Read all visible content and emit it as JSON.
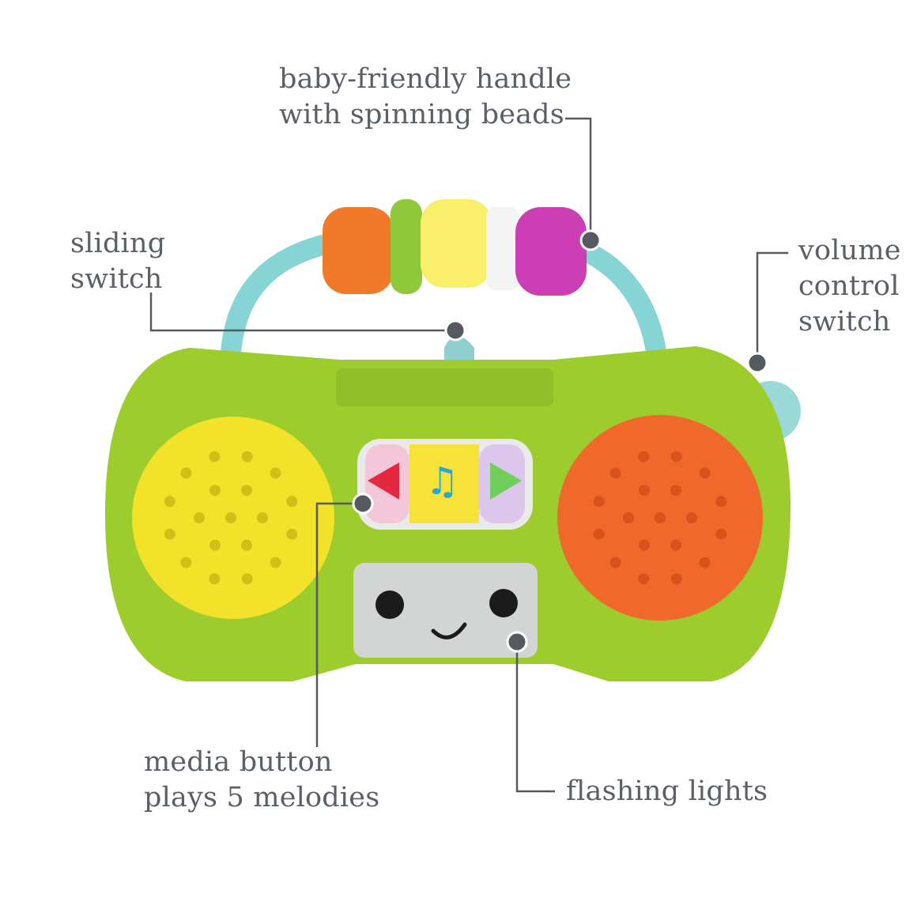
{
  "callouts": {
    "handle": {
      "lines": [
        "baby-friendly handle",
        "with spinning beads"
      ]
    },
    "sliding_switch": {
      "lines": [
        "sliding",
        "switch"
      ]
    },
    "volume": {
      "lines": [
        "volume",
        "control",
        "switch"
      ]
    },
    "media_button": {
      "lines": [
        "media button",
        "plays 5 melodies"
      ]
    },
    "lights": {
      "lines": [
        "flashing lights"
      ]
    }
  },
  "colors": {
    "body": "#9ccd2d",
    "yellow_speaker": "#f2e22a",
    "orange_speaker": "#f0692b",
    "handle": "#86d4d6",
    "leader": "#555a60"
  }
}
